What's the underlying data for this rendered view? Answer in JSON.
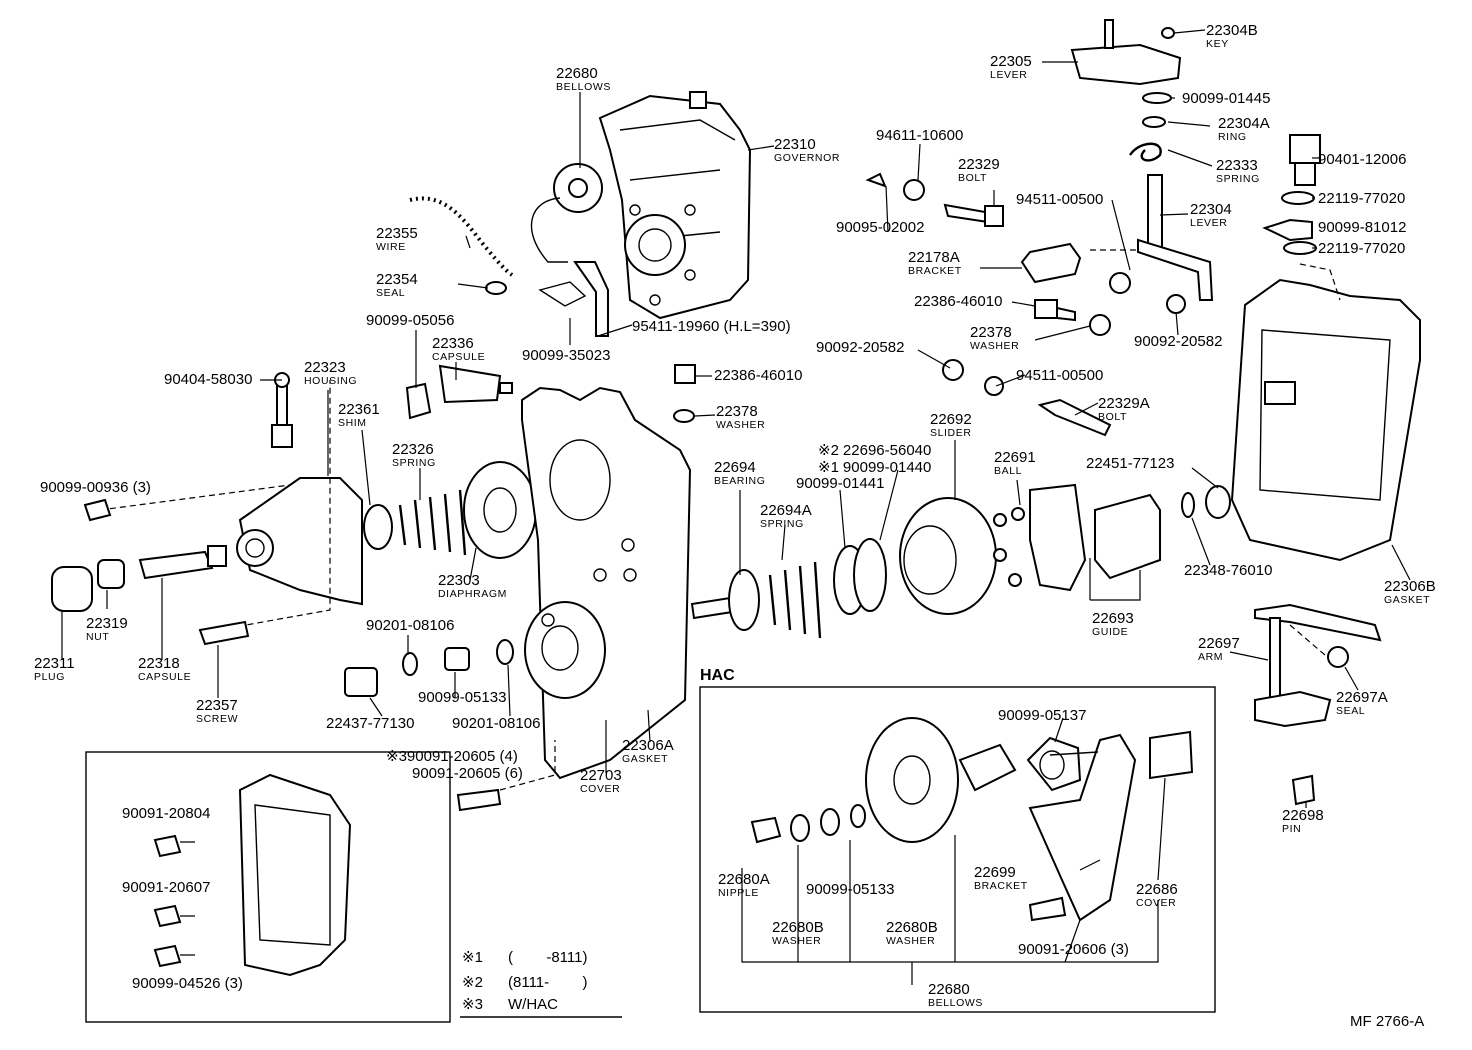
{
  "parts": [
    {
      "id": "p1",
      "num": "22680",
      "name": "BELLOWS"
    },
    {
      "id": "p2",
      "num": "22310",
      "name": "GOVERNOR"
    },
    {
      "id": "p3",
      "num": "22355",
      "name": "WIRE"
    },
    {
      "id": "p4",
      "num": "22354",
      "name": "SEAL"
    },
    {
      "id": "p5",
      "num": "95411-19960 (H.L=390)",
      "name": ""
    },
    {
      "id": "p6",
      "num": "90099-35023",
      "name": ""
    },
    {
      "id": "p7",
      "num": "90099-05056",
      "name": ""
    },
    {
      "id": "p8",
      "num": "22336",
      "name": "CAPSULE"
    },
    {
      "id": "p9",
      "num": "90404-58030",
      "name": ""
    },
    {
      "id": "p10",
      "num": "22323",
      "name": "HOUSING"
    },
    {
      "id": "p11",
      "num": "22361",
      "name": "SHIM"
    },
    {
      "id": "p12",
      "num": "22326",
      "name": "SPRING"
    },
    {
      "id": "p13",
      "num": "90099-00936 (3)",
      "name": ""
    },
    {
      "id": "p14",
      "num": "22303",
      "name": "DIAPHRAGM"
    },
    {
      "id": "p15",
      "num": "22319",
      "name": "NUT"
    },
    {
      "id": "p16",
      "num": "22311",
      "name": "PLUG"
    },
    {
      "id": "p17",
      "num": "22318",
      "name": "CAPSULE"
    },
    {
      "id": "p18",
      "num": "22357",
      "name": "SCREW"
    },
    {
      "id": "p19",
      "num": "90201-08106",
      "name": ""
    },
    {
      "id": "p20",
      "num": "90099-05133",
      "name": ""
    },
    {
      "id": "p21",
      "num": "22437-77130",
      "name": ""
    },
    {
      "id": "p22",
      "num": "90201-08106",
      "name": ""
    },
    {
      "id": "p23",
      "num": "22306A",
      "name": "GASKET"
    },
    {
      "id": "p24",
      "num": "22703",
      "name": "COVER"
    },
    {
      "id": "p25",
      "num": "22386-46010",
      "name": ""
    },
    {
      "id": "p26",
      "num": "22378",
      "name": "WASHER"
    },
    {
      "id": "p27",
      "num": "94611-10600",
      "name": ""
    },
    {
      "id": "p28",
      "num": "22329",
      "name": "BOLT"
    },
    {
      "id": "p29",
      "num": "90095-02002",
      "name": ""
    },
    {
      "id": "p30",
      "num": "22178A",
      "name": "BRACKET"
    },
    {
      "id": "p31",
      "num": "22386-46010",
      "name": ""
    },
    {
      "id": "p32",
      "num": "22378",
      "name": "WASHER"
    },
    {
      "id": "p33",
      "num": "90092-20582",
      "name": ""
    },
    {
      "id": "p34",
      "num": "94511-00500",
      "name": ""
    },
    {
      "id": "p35",
      "num": "22329A",
      "name": "BOLT"
    },
    {
      "id": "p36",
      "num": "22305",
      "name": "LEVER"
    },
    {
      "id": "p37",
      "num": "22304B",
      "name": "KEY"
    },
    {
      "id": "p38",
      "num": "90099-01445",
      "name": ""
    },
    {
      "id": "p39",
      "num": "22304A",
      "name": "RING"
    },
    {
      "id": "p40",
      "num": "22333",
      "name": "SPRING"
    },
    {
      "id": "p41",
      "num": "94511-00500",
      "name": ""
    },
    {
      "id": "p42",
      "num": "22304",
      "name": "LEVER"
    },
    {
      "id": "p43",
      "num": "90092-20582",
      "name": ""
    },
    {
      "id": "p44",
      "num": "90401-12006",
      "name": ""
    },
    {
      "id": "p45",
      "num": "22119-77020",
      "name": ""
    },
    {
      "id": "p46",
      "num": "90099-81012",
      "name": ""
    },
    {
      "id": "p47",
      "num": "22119-77020",
      "name": ""
    },
    {
      "id": "p48",
      "num": "22694",
      "name": "BEARING"
    },
    {
      "id": "p49",
      "num": "22694A",
      "name": "SPRING"
    },
    {
      "id": "p50",
      "num": "90099-01441",
      "name": ""
    },
    {
      "id": "p51",
      "num": "22692",
      "name": "SLIDER"
    },
    {
      "id": "p52",
      "num": "22691",
      "name": "BALL"
    },
    {
      "id": "p53",
      "num": "22451-77123",
      "name": ""
    },
    {
      "id": "p54",
      "num": "22348-76010",
      "name": ""
    },
    {
      "id": "p55",
      "num": "22693",
      "name": "GUIDE"
    },
    {
      "id": "p56",
      "num": "22306B",
      "name": "GASKET"
    },
    {
      "id": "p57",
      "num": "22697",
      "name": "ARM"
    },
    {
      "id": "p58",
      "num": "22697A",
      "name": "SEAL"
    },
    {
      "id": "p59",
      "num": "22698",
      "name": "PIN"
    },
    {
      "id": "p60",
      "num": "90099-05137",
      "name": ""
    },
    {
      "id": "p61",
      "num": "22680A",
      "name": "NIPPLE"
    },
    {
      "id": "p62",
      "num": "90099-05133",
      "name": ""
    },
    {
      "id": "p63",
      "num": "22680B",
      "name": "WASHER"
    },
    {
      "id": "p64",
      "num": "22680B",
      "name": "WASHER"
    },
    {
      "id": "p65",
      "num": "22699",
      "name": "BRACKET"
    },
    {
      "id": "p66",
      "num": "22686",
      "name": "COVER"
    },
    {
      "id": "p67",
      "num": "90091-20606 (3)",
      "name": ""
    },
    {
      "id": "p68",
      "num": "22680",
      "name": "BELLOWS"
    },
    {
      "id": "p69",
      "num": "90091-20804",
      "name": ""
    },
    {
      "id": "p70",
      "num": "90091-20607",
      "name": ""
    },
    {
      "id": "p71",
      "num": "90099-04526 (3)",
      "name": ""
    }
  ],
  "variants": [
    {
      "mark": "※2",
      "num": "22696-56040"
    },
    {
      "mark": "※1",
      "num": "90099-01440"
    }
  ],
  "footnote_variants": {
    "mark": "※3",
    "line1": "90091-20605 (4)",
    "line2": "90091-20605 (6)"
  },
  "hac_label": "HAC",
  "legend": [
    {
      "mark": "※1",
      "text": "(        -8111)"
    },
    {
      "mark": "※2",
      "text": "(8111-        )"
    },
    {
      "mark": "※3",
      "text": "W/HAC"
    }
  ],
  "figure_code": "MF 2766-A"
}
